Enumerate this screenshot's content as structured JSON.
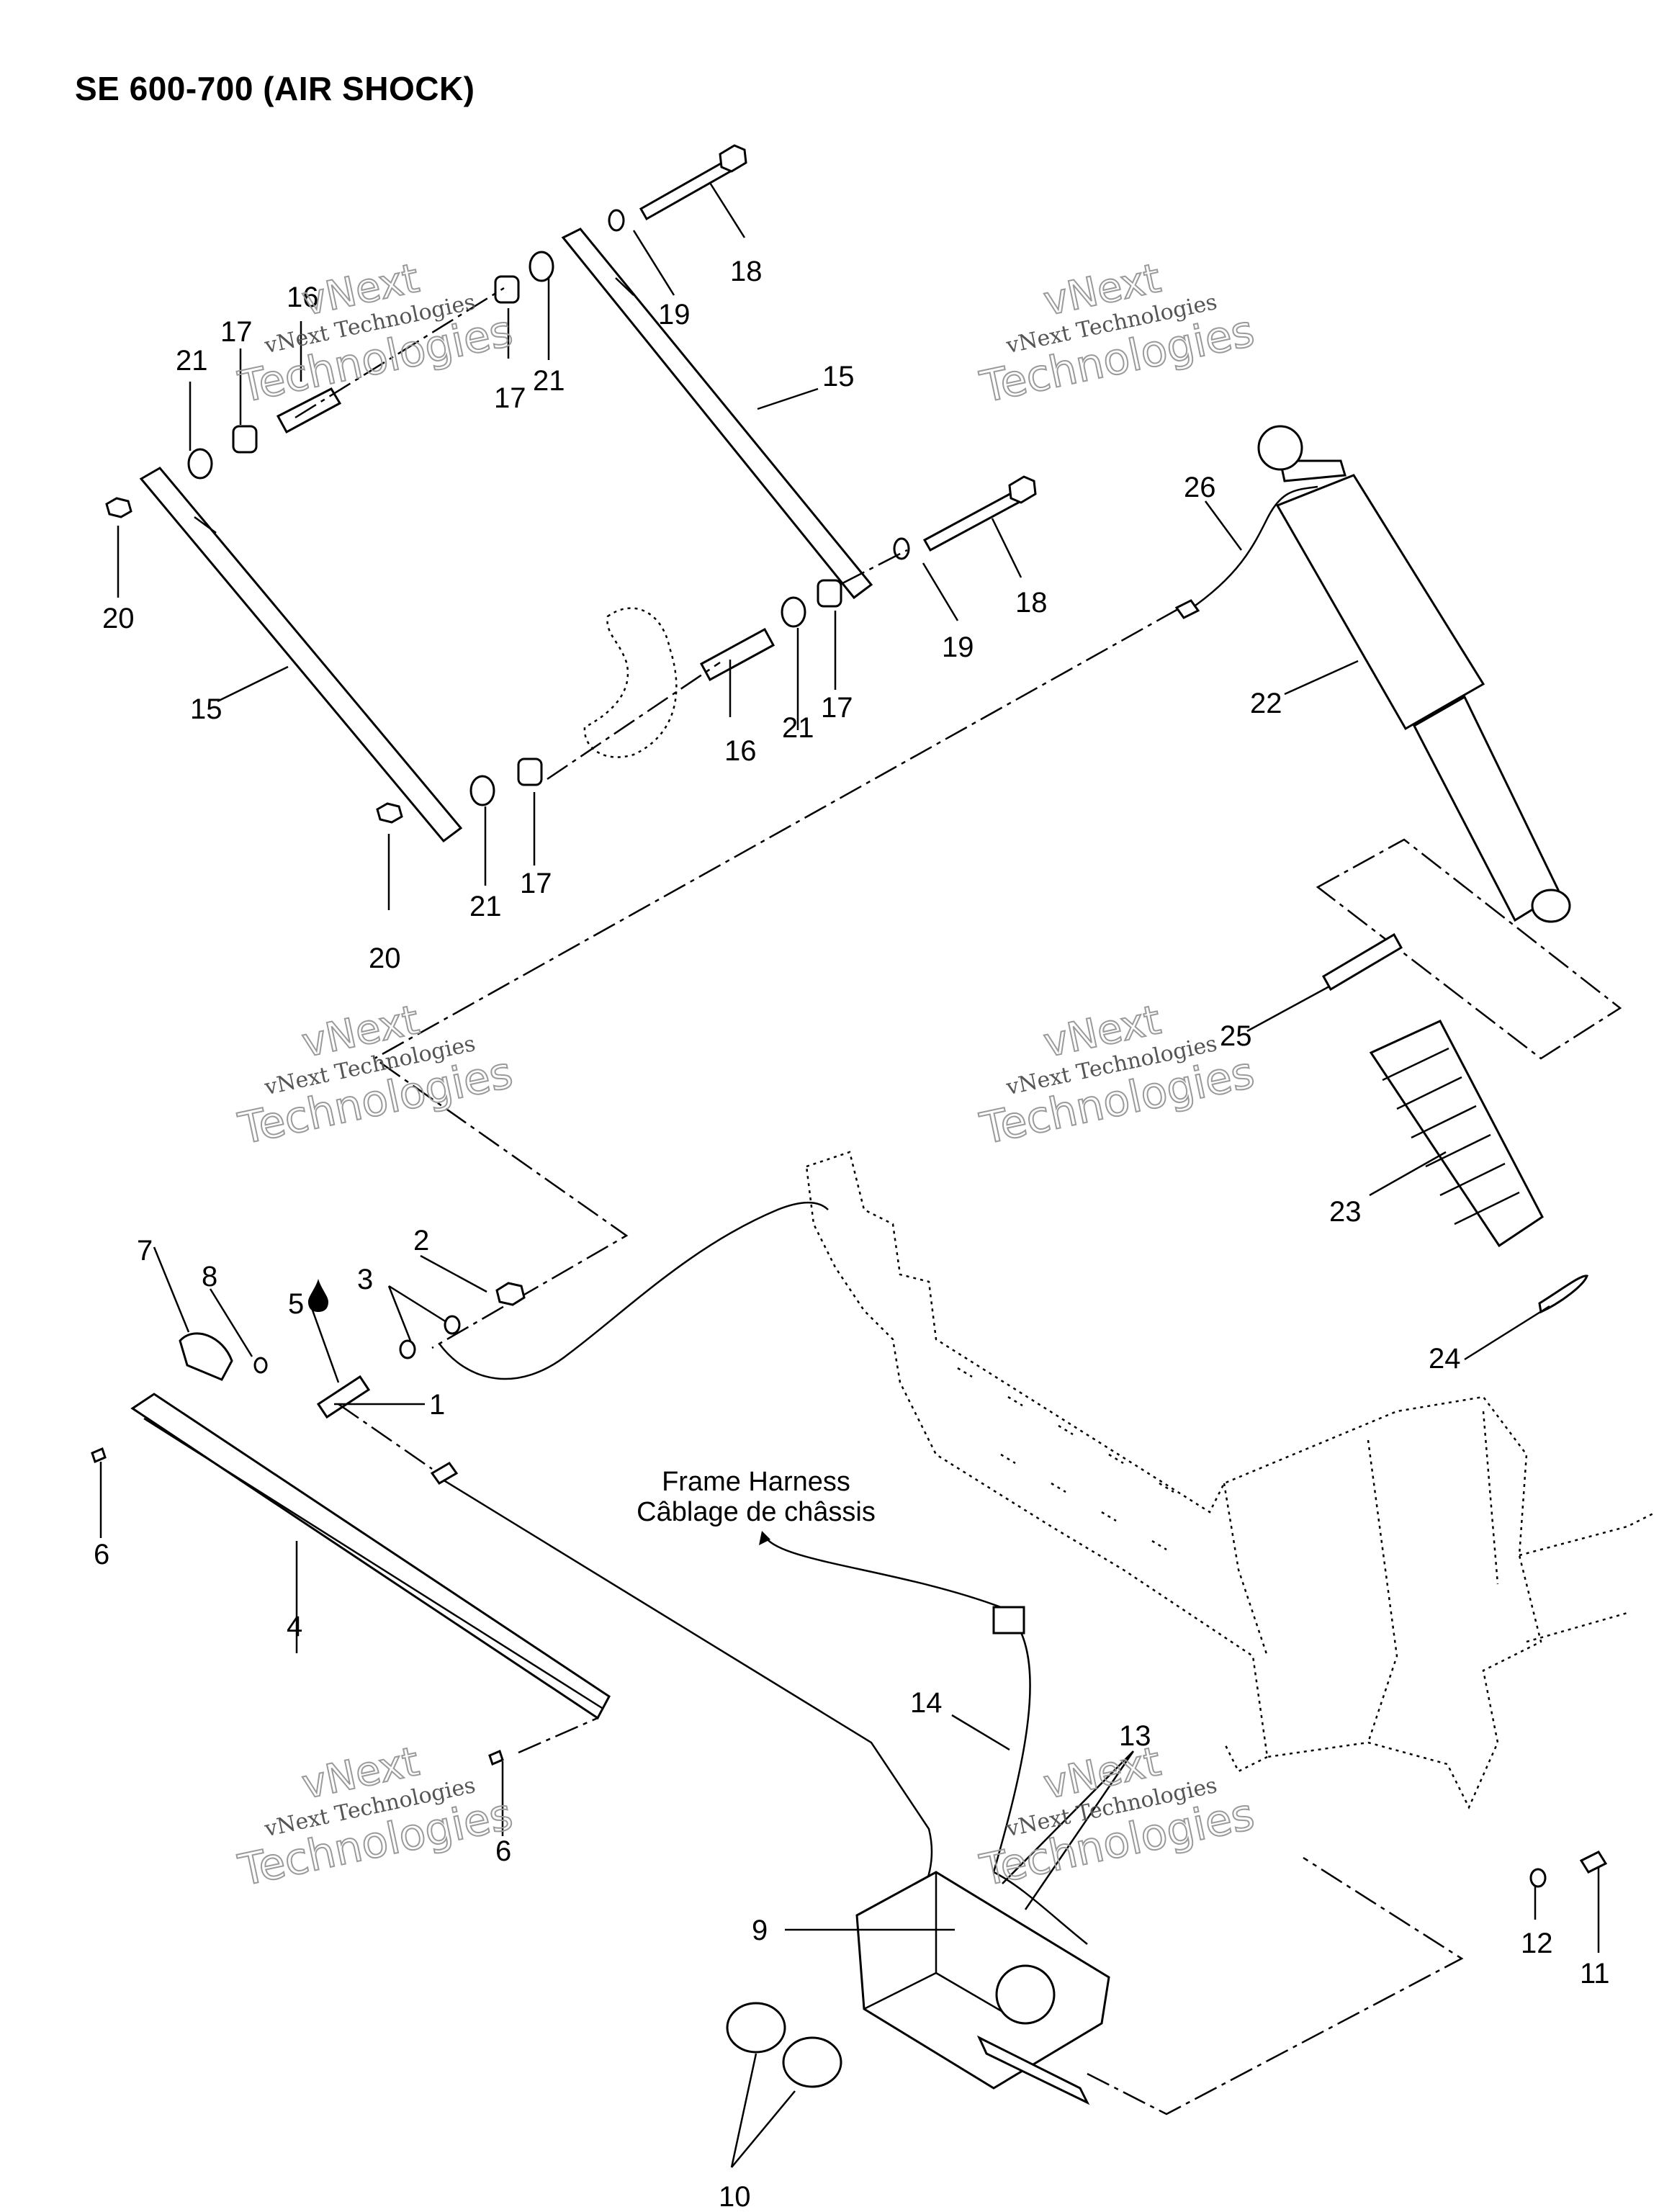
{
  "title": "SE 600-700 (AIR SHOCK)",
  "watermark": {
    "line1": "vNext Technologies",
    "line2": "vNext",
    "line3": "Technologies"
  },
  "frame_harness": {
    "line1": "Frame Harness",
    "line2": "Câblage de châssis"
  },
  "callouts": {
    "c1": "1",
    "c2": "2",
    "c3": "3",
    "c4": "4",
    "c5": "5",
    "c6a": "6",
    "c6b": "6",
    "c7": "7",
    "c8": "8",
    "c9": "9",
    "c10": "10",
    "c11": "11",
    "c12": "12",
    "c13": "13",
    "c14": "14",
    "c15a": "15",
    "c15b": "15",
    "c16a": "16",
    "c16b": "16",
    "c17a": "17",
    "c17b": "17",
    "c17c": "17",
    "c17d": "17",
    "c18a": "18",
    "c18b": "18",
    "c19a": "19",
    "c19b": "19",
    "c20a": "20",
    "c20b": "20",
    "c21a": "21",
    "c21b": "21",
    "c21c": "21",
    "c21d": "21",
    "c22": "22",
    "c23": "23",
    "c24": "24",
    "c25": "25",
    "c26": "26"
  },
  "colors": {
    "line": "#000000",
    "background": "#ffffff",
    "watermark": "#9a9a9a"
  },
  "icons": {
    "lubricant": "oil-drop-icon"
  }
}
